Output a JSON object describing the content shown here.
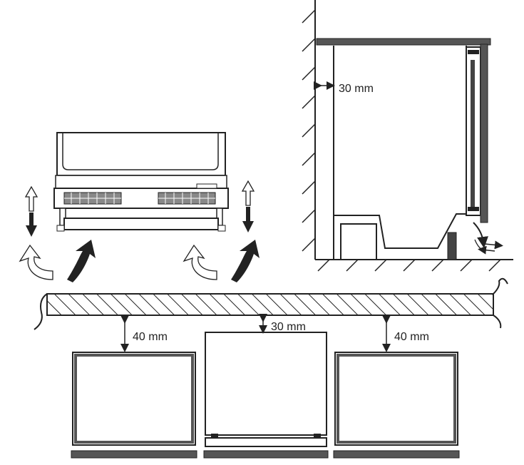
{
  "labels": {
    "wall_gap": "30 mm",
    "left_gap": "40 mm",
    "center_gap": "30 mm",
    "right_gap": "40 mm"
  },
  "icons": {
    "airflow_arrow": "curved-arrow-icon",
    "adjust_arrow": "double-arrow-icon"
  },
  "colors": {
    "line": "#222222",
    "panel": "#555555",
    "fill": "#ffffff"
  }
}
